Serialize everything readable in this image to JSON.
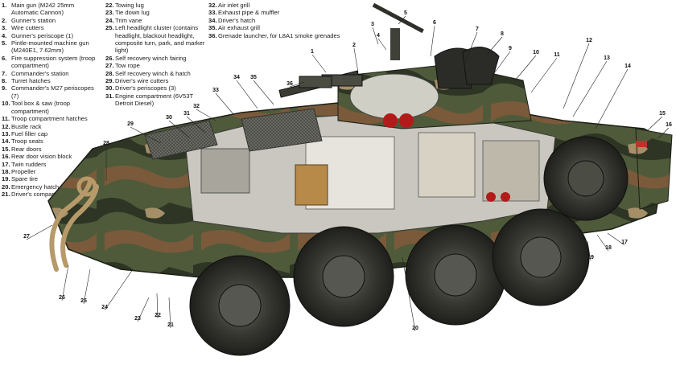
{
  "legend": {
    "column1": [
      {
        "num": "1.",
        "text": "Main gun (M242 25mm Automatic Cannon)"
      },
      {
        "num": "2.",
        "text": "Gunner's station"
      },
      {
        "num": "3.",
        "text": "Wire cutters"
      },
      {
        "num": "4.",
        "text": "Gunner's periscope (1)"
      },
      {
        "num": "5.",
        "text": "Pintle-mounted machine gun (M240E1, 7.62mm)"
      },
      {
        "num": "6.",
        "text": "Fire suppression system (troop compartment)"
      },
      {
        "num": "7.",
        "text": "Commander's station"
      },
      {
        "num": "8.",
        "text": "Turret hatches"
      },
      {
        "num": "9.",
        "text": "Commander's M27 periscopes (7)"
      },
      {
        "num": "10.",
        "text": "Tool box & saw (troop compartment)"
      },
      {
        "num": "11.",
        "text": "Troop compartment hatches"
      },
      {
        "num": "12.",
        "text": "Bustle rack"
      },
      {
        "num": "13.",
        "text": "Fuel filler cap"
      },
      {
        "num": "14.",
        "text": "Troop seats"
      },
      {
        "num": "15.",
        "text": "Rear doors"
      },
      {
        "num": "16.",
        "text": "Rear door vision block"
      },
      {
        "num": "17.",
        "text": "Twin rudders"
      },
      {
        "num": "18.",
        "text": "Propeller"
      },
      {
        "num": "19.",
        "text": "Spare tire"
      },
      {
        "num": "20.",
        "text": "Emergency hatch"
      },
      {
        "num": "21.",
        "text": "Driver's compartment"
      }
    ],
    "column2": [
      {
        "num": "22.",
        "text": "Towing lug"
      },
      {
        "num": "23.",
        "text": "Tie down lug"
      },
      {
        "num": "24.",
        "text": "Trim vane"
      },
      {
        "num": "25.",
        "text": "Left headlight cluster (contains headlight, blackout headlight, composite turn, park, and marker light)"
      },
      {
        "num": "26.",
        "text": "Self recovery winch fairing"
      },
      {
        "num": "27.",
        "text": "Tow rope"
      },
      {
        "num": "28.",
        "text": "Self recovery winch & hatch"
      },
      {
        "num": "29.",
        "text": "Driver's wire cutters"
      },
      {
        "num": "30.",
        "text": "Driver's periscopes (3)"
      },
      {
        "num": "31.",
        "text": "Engine compartment (6V53T Detroit Diesel)"
      }
    ],
    "column3": [
      {
        "num": "32.",
        "text": "Air inlet grill"
      },
      {
        "num": "33.",
        "text": "Exhaust pipe & muffler"
      },
      {
        "num": "34.",
        "text": "Driver's hatch"
      },
      {
        "num": "35.",
        "text": "Air exhaust grill"
      },
      {
        "num": "36.",
        "text": "Grenade launcher, for L8A1 smoke grenades"
      }
    ]
  },
  "callouts": [
    "1",
    "2",
    "3",
    "4",
    "5",
    "6",
    "7",
    "8",
    "9",
    "10",
    "11",
    "12",
    "13",
    "14",
    "15",
    "16",
    "17",
    "18",
    "19",
    "20",
    "21",
    "22",
    "23",
    "24",
    "25",
    "26",
    "27",
    "28",
    "29",
    "30",
    "31",
    "32",
    "33",
    "34",
    "35",
    "36"
  ],
  "colors": {
    "camo_green": "#4e5a3a",
    "camo_dark": "#2e3524",
    "camo_brown": "#7a5a3a",
    "camo_tan": "#a58f68",
    "interior": "#c9c7bf",
    "tire": "#2a2a26",
    "rope": "#b79a6a"
  }
}
